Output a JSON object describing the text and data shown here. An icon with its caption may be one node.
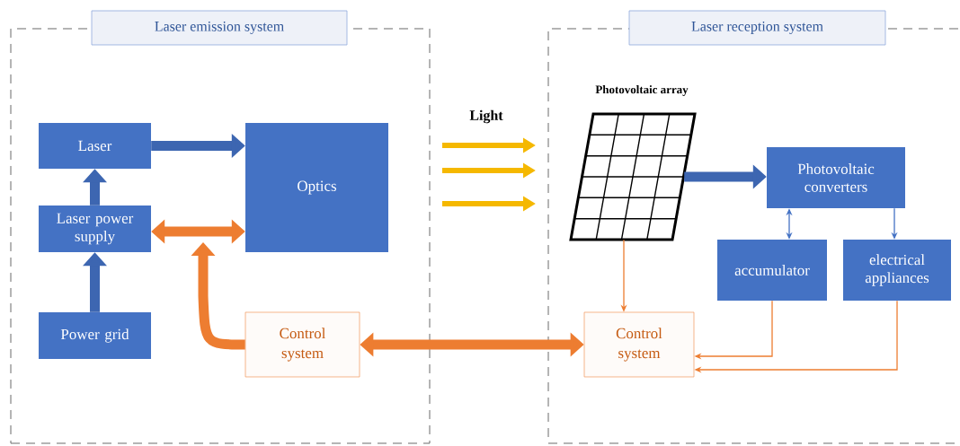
{
  "diagram": {
    "nodes": [
      {
        "text": [
          "Laser emission system"
        ]
      },
      {
        "text": [
          "Laser"
        ],
        "in": 0
      },
      {
        "text": [
          "Laser power supply"
        ],
        "in": 0
      },
      {
        "text": [
          "Power grid"
        ],
        "in": 0
      },
      {
        "text": [
          "Optics"
        ],
        "in": 0
      },
      {
        "text": [
          "Control system"
        ],
        "in": 0
      },
      {
        "text": [
          "Laser reception system"
        ]
      },
      {
        "text": [
          "Photovoltaic array"
        ],
        "in": 6
      },
      {
        "text": [
          "Photovoltaic converters"
        ],
        "in": 6
      },
      {
        "text": [
          "accumulator"
        ],
        "in": 6
      },
      {
        "text": [
          "electrical appliances"
        ],
        "in": 6
      },
      {
        "text": [
          "Control system"
        ],
        "in": 6
      }
    ],
    "edges": [
      {
        "from": 3,
        "to": 2,
        "arrow": "to",
        "color": "#3d66b1"
      },
      {
        "from": 2,
        "to": 1,
        "arrow": "to",
        "color": "#3d66b1"
      },
      {
        "from": 1,
        "to": 4,
        "arrow": "to",
        "color": "#3d66b1"
      },
      {
        "from": 2,
        "to": 4,
        "arrow": "both",
        "color": "#ed7d31"
      },
      {
        "from": 5,
        "to": null,
        "arrow": "to",
        "color": "#ed7d31"
      },
      {
        "from": 5,
        "to": 11,
        "arrow": "both",
        "color": "#ed7d31"
      },
      {
        "from": 7,
        "to": 8,
        "arrow": "to",
        "color": "#3d66b1"
      },
      {
        "from": 8,
        "to": 9,
        "arrow": "both",
        "color": "#4472c4"
      },
      {
        "from": 8,
        "to": 10,
        "arrow": "to",
        "color": "#4472c4"
      },
      {
        "from": 7,
        "to": 11,
        "arrow": "to",
        "color": "#ed7d31"
      },
      {
        "from": 9,
        "to": 11,
        "arrow": "to",
        "color": "#ed7d31"
      },
      {
        "from": 10,
        "to": 11,
        "arrow": "to",
        "color": "#ed7d31"
      }
    ],
    "labels": [
      "Light"
    ]
  }
}
